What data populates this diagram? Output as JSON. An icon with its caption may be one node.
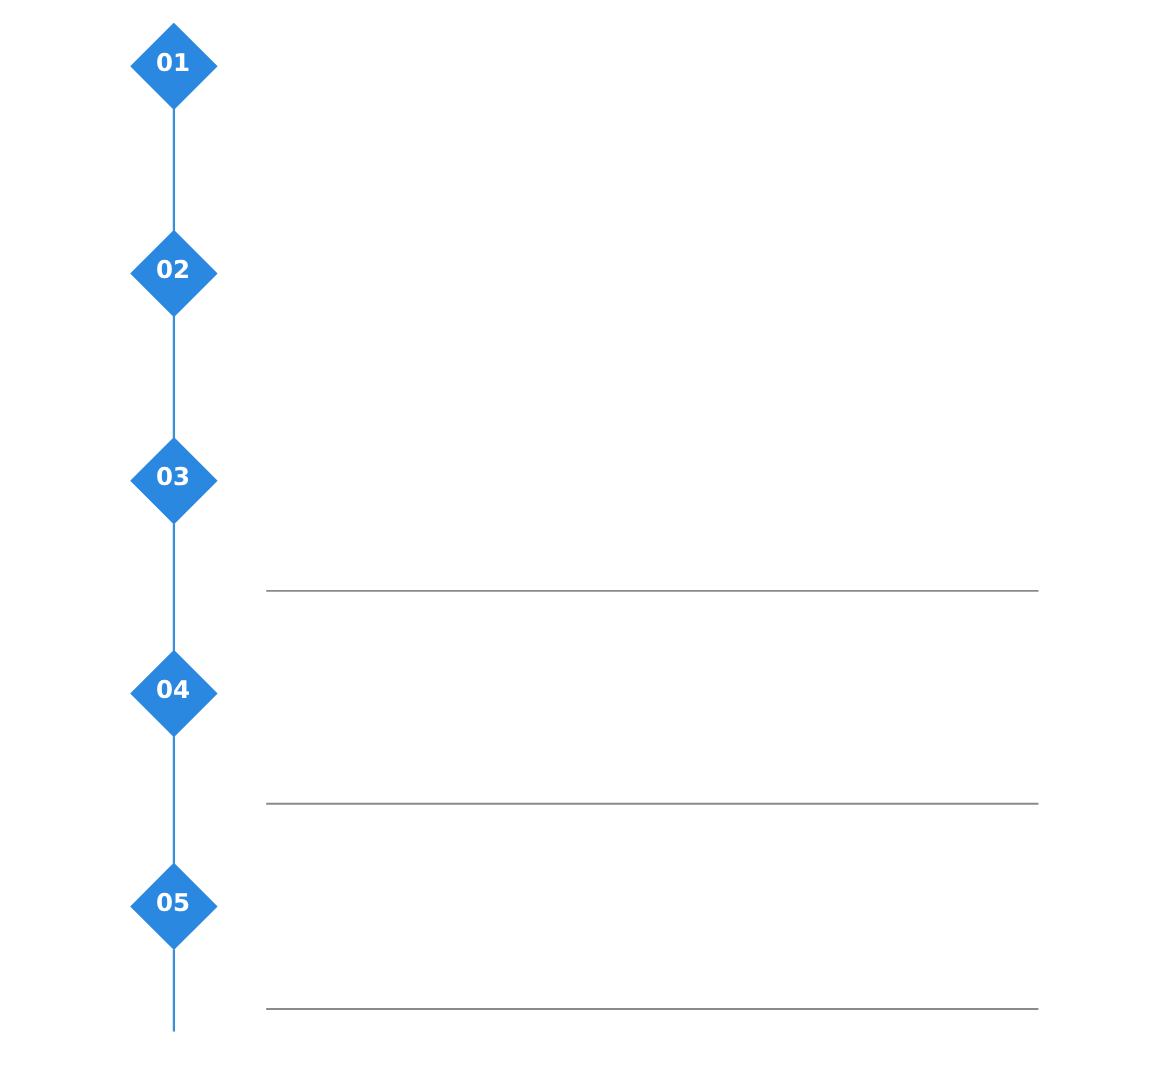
{
  "diagram": {
    "nodes": [
      {
        "text": [
          "01"
        ]
      },
      {
        "text": [
          "02"
        ]
      },
      {
        "text": [
          "03"
        ]
      },
      {
        "text": [
          "04"
        ]
      },
      {
        "text": [
          "05"
        ]
      }
    ],
    "edges": [
      {
        "from": 0,
        "to": 1,
        "arrow": "none"
      },
      {
        "from": 1,
        "to": 2,
        "arrow": "none"
      },
      {
        "from": 2,
        "to": 3,
        "arrow": "none"
      },
      {
        "from": 3,
        "to": 4,
        "arrow": "none"
      },
      {
        "from": 4,
        "to": null,
        "arrow": "none"
      }
    ]
  }
}
